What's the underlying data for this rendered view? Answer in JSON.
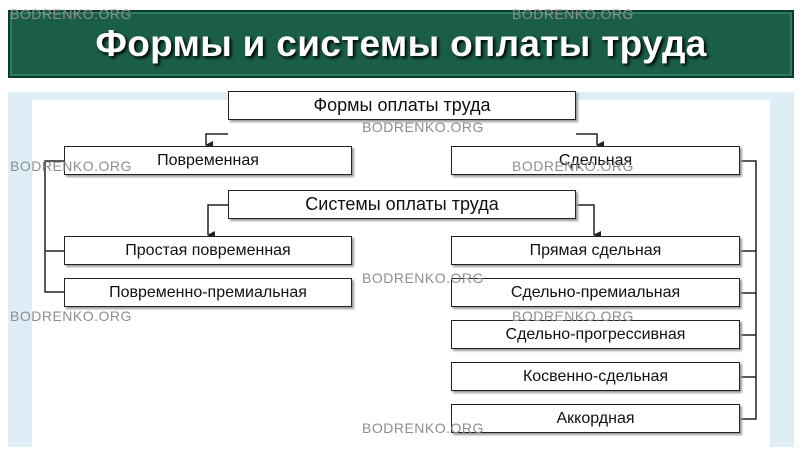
{
  "header": {
    "title": "Формы и системы оплаты труда"
  },
  "diagram": {
    "forms_title": "Формы оплаты труда",
    "form_time": "Повременная",
    "form_piece": "Сдельная",
    "systems_title": "Системы оплаты труда",
    "time_systems": [
      "Простая повременная",
      "Повременно-премиальная"
    ],
    "piece_systems": [
      "Прямая сдельная",
      "Сдельно-премиальная",
      "Сдельно-прогрессивная",
      "Косвенно-сдельная",
      "Аккордная"
    ]
  },
  "watermark": "BODRENKO.ORG",
  "colors": {
    "header_bg": "#1a5f45",
    "panel_bg": "#dfeef6",
    "line": "#222222"
  }
}
